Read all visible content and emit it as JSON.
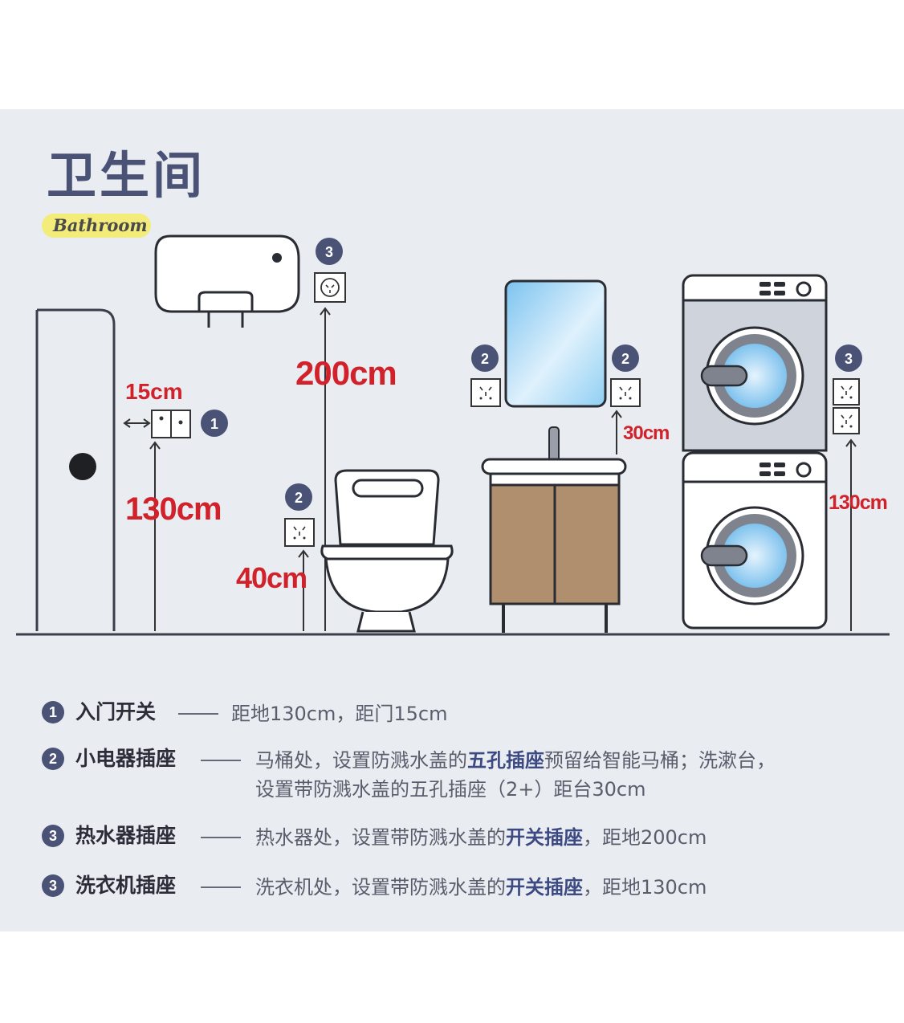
{
  "title": {
    "cn": "卫生间",
    "en": "Bathroom"
  },
  "badges": {
    "one": "1",
    "two": "2",
    "three": "3"
  },
  "dimensions": {
    "door_offset": "15cm",
    "switch_height": "130cm",
    "heater_socket_height": "200cm",
    "toilet_socket_height": "40cm",
    "basin_socket_height": "30cm",
    "washer_socket_height": "130cm"
  },
  "legend": [
    {
      "num": "1",
      "label": "入门开关",
      "desc": "距地130cm，距门15cm"
    },
    {
      "num": "2",
      "label": "小电器插座",
      "desc_pre": "马桶处，设置防溅水盖的",
      "desc_hl": "五孔插座",
      "desc_post": "预留给智能马桶；洗漱台，",
      "desc_line2": "设置带防溅水盖的五孔插座（2+）距台30cm"
    },
    {
      "num": "3",
      "label": "热水器插座",
      "desc_pre": "热水器处，设置带防溅水盖的",
      "desc_hl": "开关插座",
      "desc_post": "，距地200cm"
    },
    {
      "num": "3",
      "label": "洗衣机插座",
      "desc_pre": "洗衣机处，设置带防溅水盖的",
      "desc_hl": "开关插座",
      "desc_post": "，距地130cm"
    }
  ],
  "colors": {
    "accent_navy": "#4a5276",
    "dimension_red": "#d1212a",
    "highlight_yellow": "#f4ec7a",
    "cabinet_brown": "#b08f6e",
    "panel_bg": "#e9ecf1"
  }
}
